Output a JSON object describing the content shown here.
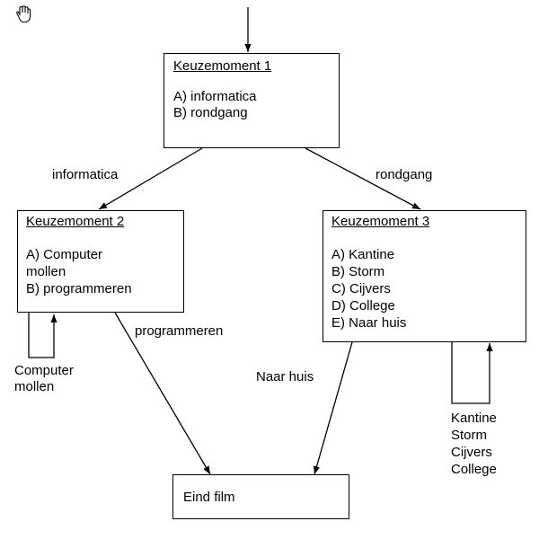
{
  "nodes": {
    "k1": {
      "title": "Keuzemoment 1",
      "options": [
        "A) informatica",
        "B) rondgang"
      ]
    },
    "k2": {
      "title": "Keuzemoment 2",
      "options": [
        "A) Computer",
        "mollen",
        "B) programmeren"
      ]
    },
    "k3": {
      "title": "Keuzemoment 3",
      "options": [
        "A) Kantine",
        "B) Storm",
        "C) Cijvers",
        "D) College",
        "E) Naar huis"
      ]
    },
    "end": {
      "title": "Eind film"
    }
  },
  "edges": {
    "k1_to_k2": "informatica",
    "k1_to_k3": "rondgang",
    "k2_to_end": "programmeren",
    "k3_to_end": "Naar huis"
  },
  "loops": {
    "k2": [
      "Computer",
      "mollen"
    ],
    "k3": [
      "Kantine",
      "Storm",
      "Cijvers",
      "College"
    ]
  },
  "cursor_icon": "hand-cursor-icon"
}
